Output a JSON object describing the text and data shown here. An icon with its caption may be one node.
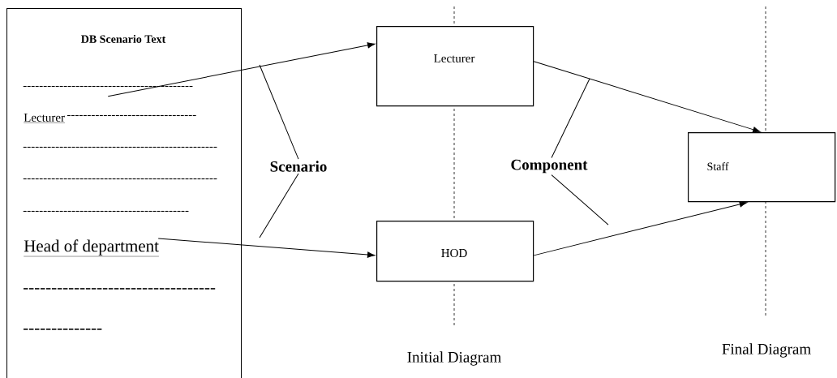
{
  "diagram": {
    "nodes": [
      {
        "text": [
          "DB Scenario Text",
          "------------------------------------------",
          "------------------------------------------------",
          "------------------------------------------------",
          "-----------------------------------------",
          "----------------------------------",
          "--------------"
        ]
      },
      {
        "text": [
          "Lecturer"
        ],
        "in": 0,
        "beside": [
          "--------------------------------"
        ]
      },
      {
        "text": [
          "Head of department"
        ],
        "in": 0
      },
      {
        "text": [
          "Lecturer"
        ]
      },
      {
        "text": [
          "HOD"
        ]
      },
      {
        "text": [
          "Staff"
        ]
      },
      {
        "text": [
          "Scenario"
        ]
      },
      {
        "text": [
          "Component"
        ]
      }
    ],
    "edges": [
      {
        "from": 1,
        "to": 3,
        "arrow": "to"
      },
      {
        "from": 2,
        "to": 4,
        "arrow": "to"
      },
      {
        "from": 3,
        "to": 5,
        "arrow": "to"
      },
      {
        "from": 4,
        "to": 5,
        "arrow": "to"
      },
      {
        "from": 6,
        "to": null,
        "arrow": "none"
      },
      {
        "from": 6,
        "to": null,
        "arrow": "none"
      },
      {
        "from": 7,
        "to": null,
        "arrow": "none"
      },
      {
        "from": 7,
        "to": null,
        "arrow": "none"
      }
    ],
    "labels": [
      "Initial Diagram",
      "Final Diagram"
    ]
  }
}
